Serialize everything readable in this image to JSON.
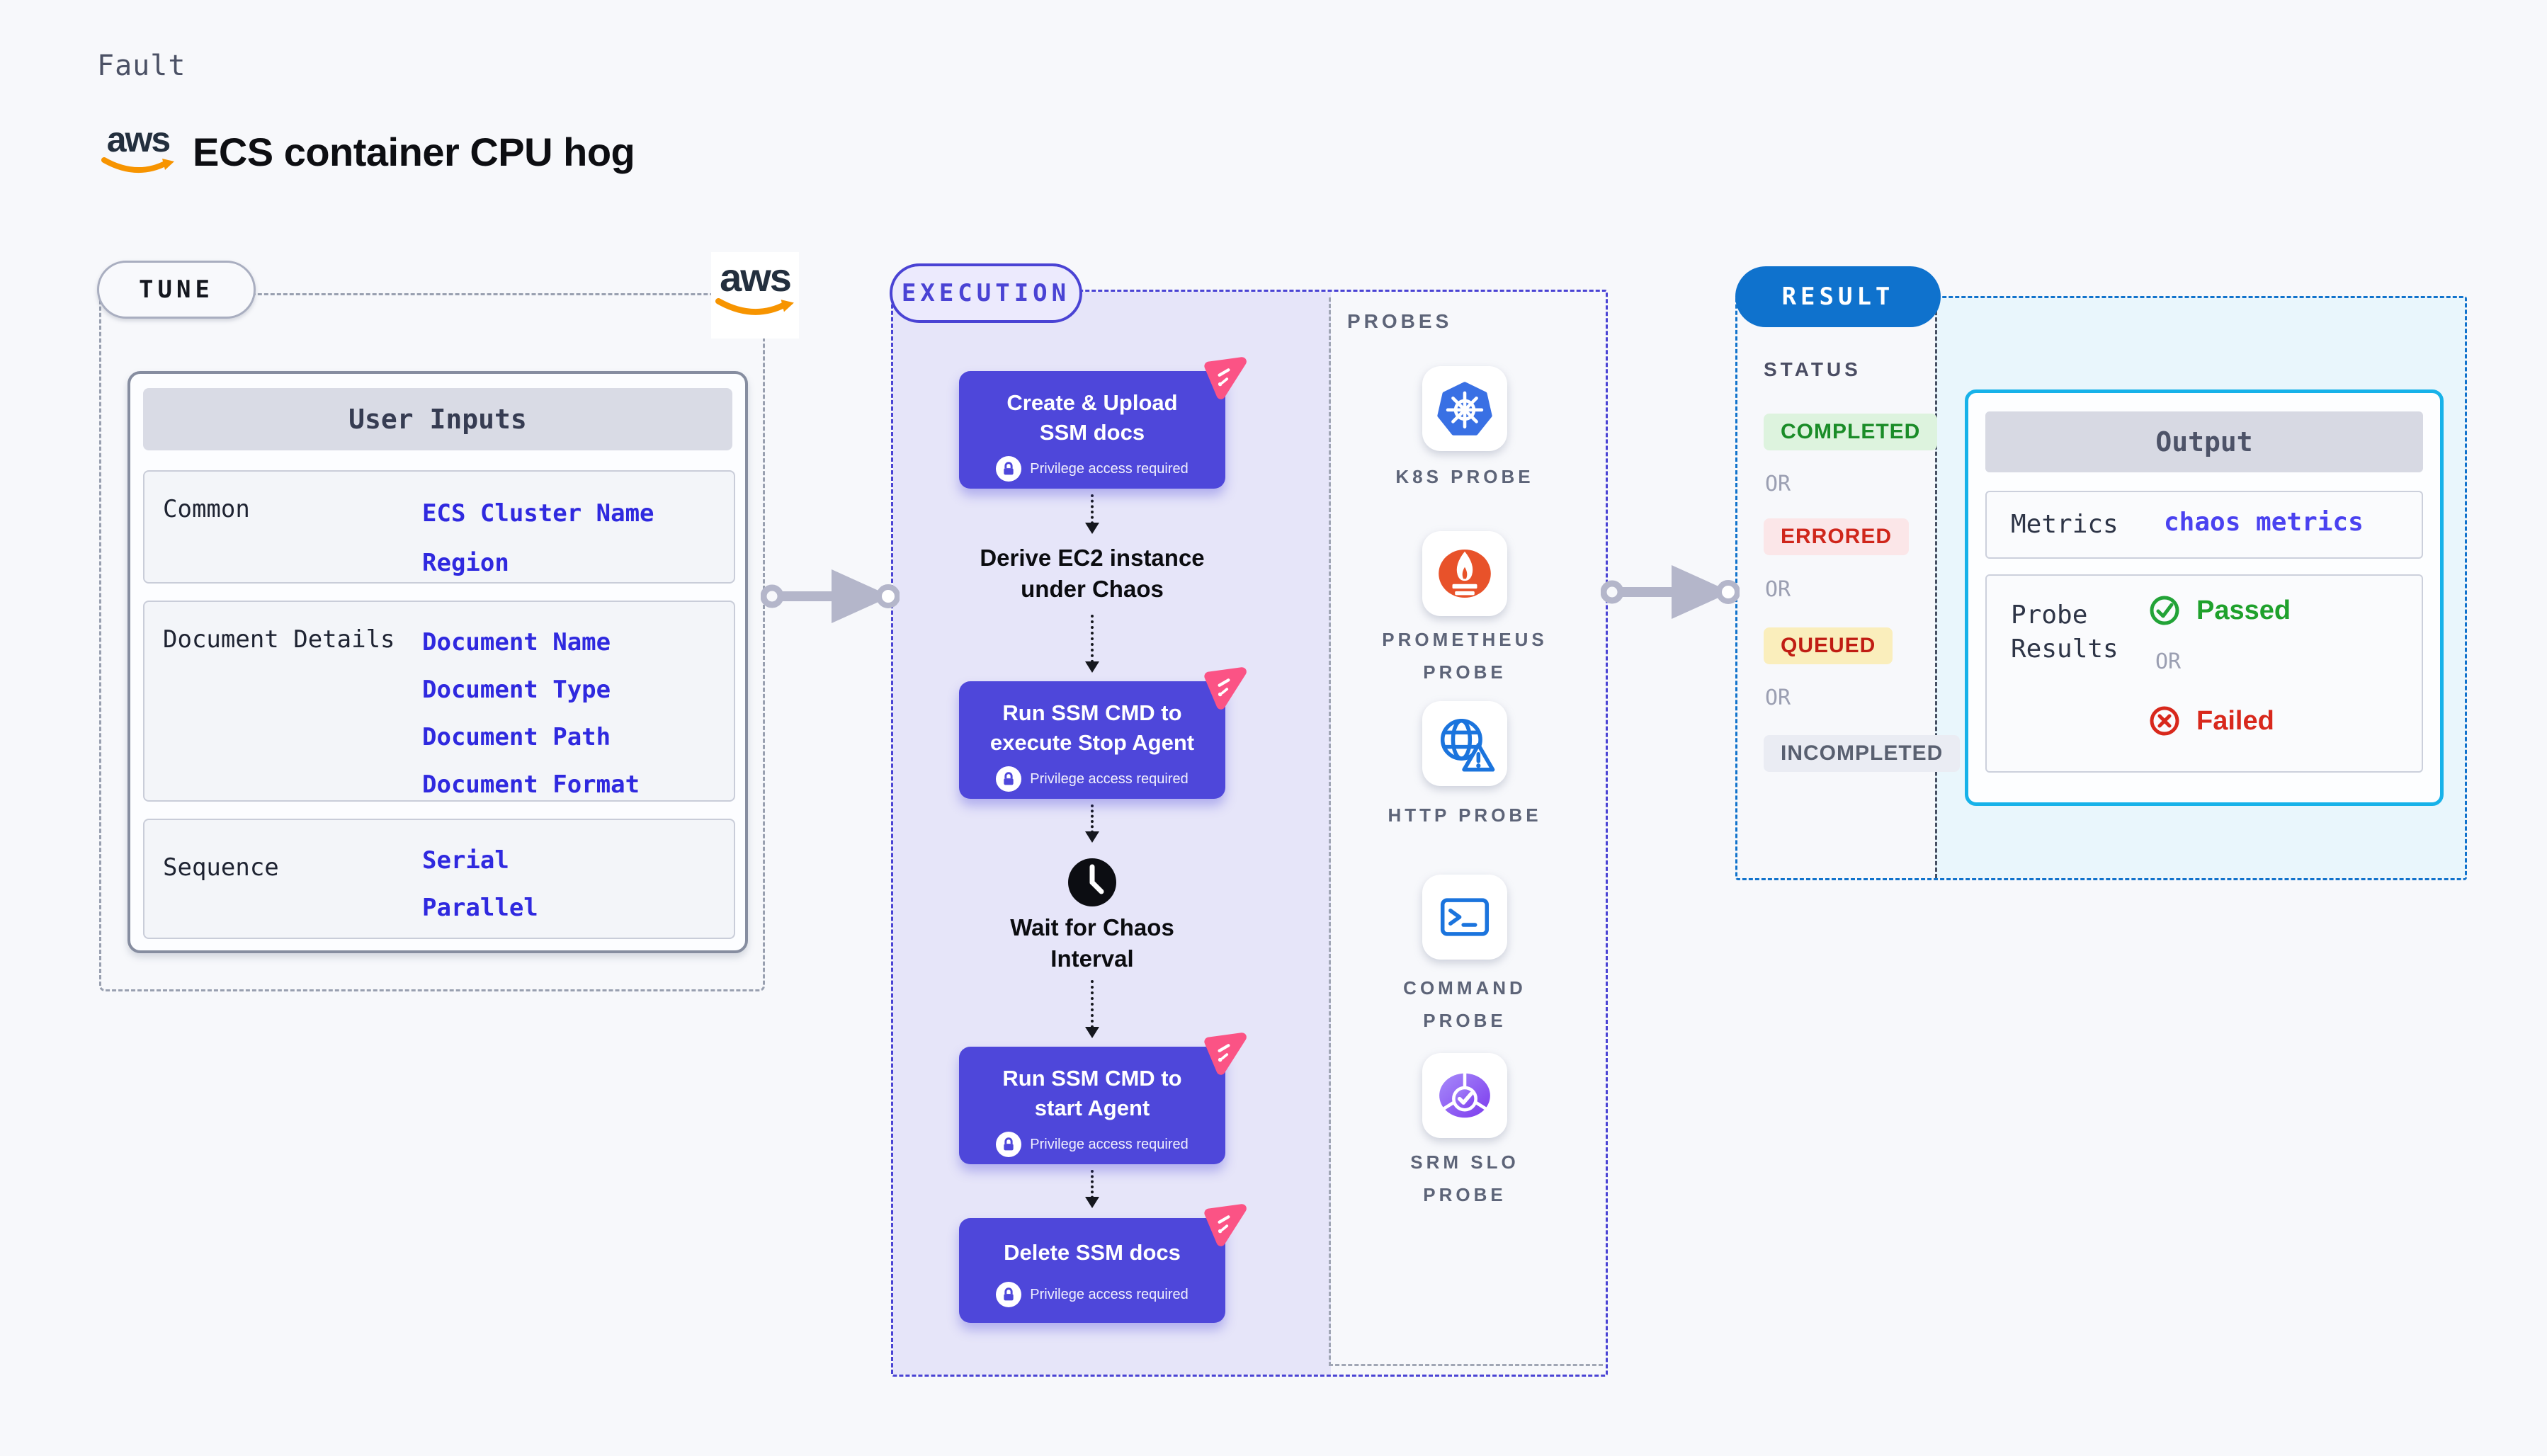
{
  "header": {
    "kicker": "Fault",
    "title": "ECS container CPU hog",
    "aws_logo_text": "aws"
  },
  "tune": {
    "label": "TUNE",
    "aws_logo_text": "aws",
    "table": {
      "header": "User Inputs",
      "rows": [
        {
          "label": "Common",
          "values": [
            "ECS Cluster Name",
            "Region"
          ]
        },
        {
          "label": "Document Details",
          "values": [
            "Document Name",
            "Document Type",
            "Document Path",
            "Document Format"
          ]
        },
        {
          "label": "Sequence",
          "values": [
            "Serial",
            "Parallel"
          ]
        }
      ]
    }
  },
  "execution": {
    "label": "EXECUTION",
    "privilege_note": "Privilege access required",
    "steps": {
      "create_upload": {
        "line1": "Create & Upload",
        "line2": "SSM docs"
      },
      "derive": {
        "line1": "Derive EC2 instance",
        "line2": "under Chaos"
      },
      "stop_agent": {
        "line1": "Run SSM CMD to",
        "line2": "execute Stop Agent"
      },
      "wait": {
        "line1": "Wait for Chaos",
        "line2": "Interval"
      },
      "start_agent": {
        "line1": "Run SSM CMD to",
        "line2": "start Agent"
      },
      "delete_docs": {
        "line1": "Delete SSM docs"
      }
    },
    "probes": {
      "label": "PROBES",
      "items": [
        {
          "name": "k8s-probe",
          "label": "K8S PROBE"
        },
        {
          "name": "prometheus-probe",
          "label": "PROMETHEUS PROBE"
        },
        {
          "name": "http-probe",
          "label": "HTTP PROBE"
        },
        {
          "name": "command-probe",
          "label": "COMMAND PROBE"
        },
        {
          "name": "srm-slo-probe",
          "label": "SRM SLO PROBE"
        }
      ]
    }
  },
  "result": {
    "label": "RESULT",
    "status": {
      "label": "STATUS",
      "separator": "OR",
      "badges": [
        {
          "text": "COMPLETED",
          "fg": "#1a8c28",
          "bg": "#ddf3de"
        },
        {
          "text": "ERRORED",
          "fg": "#cf261b",
          "bg": "#fbe6e8"
        },
        {
          "text": "QUEUED",
          "fg": "#c01d13",
          "bg": "#faeebc"
        },
        {
          "text": "INCOMPLETED",
          "fg": "#596070",
          "bg": "#eaecf3"
        }
      ]
    },
    "output": {
      "header": "Output",
      "metrics_label": "Metrics",
      "metrics_value": "chaos metrics",
      "probe_results_label_line1": "Probe",
      "probe_results_label_line2": "Results",
      "passed": "Passed",
      "separator": "OR",
      "failed": "Failed"
    }
  },
  "colors": {
    "page_bg": "#f7f8fb",
    "aws_navy": "#232f3e",
    "aws_orange": "#f79400",
    "tune_border": "#99a0b0",
    "execution_accent": "#4a43d4",
    "step_block": "#4e47da",
    "step_tag_pink": "#fb5385",
    "lavender_fill": "#e6e5f9",
    "result_accent": "#0f72cd",
    "result_fill": "#e9f6fc",
    "output_border": "#17b2e9",
    "input_value_blue": "#2f29df",
    "metrics_value_blue": "#4a42f0",
    "passed_green": "#1fa12c",
    "failed_red": "#d8281c",
    "kubernetes_blue": "#3970e4",
    "prometheus_orange": "#e8522a",
    "probe_icon_blue": "#1b74dd",
    "srm_purple": "#7c3aed",
    "arrow_gray": "#b4b6ca"
  }
}
